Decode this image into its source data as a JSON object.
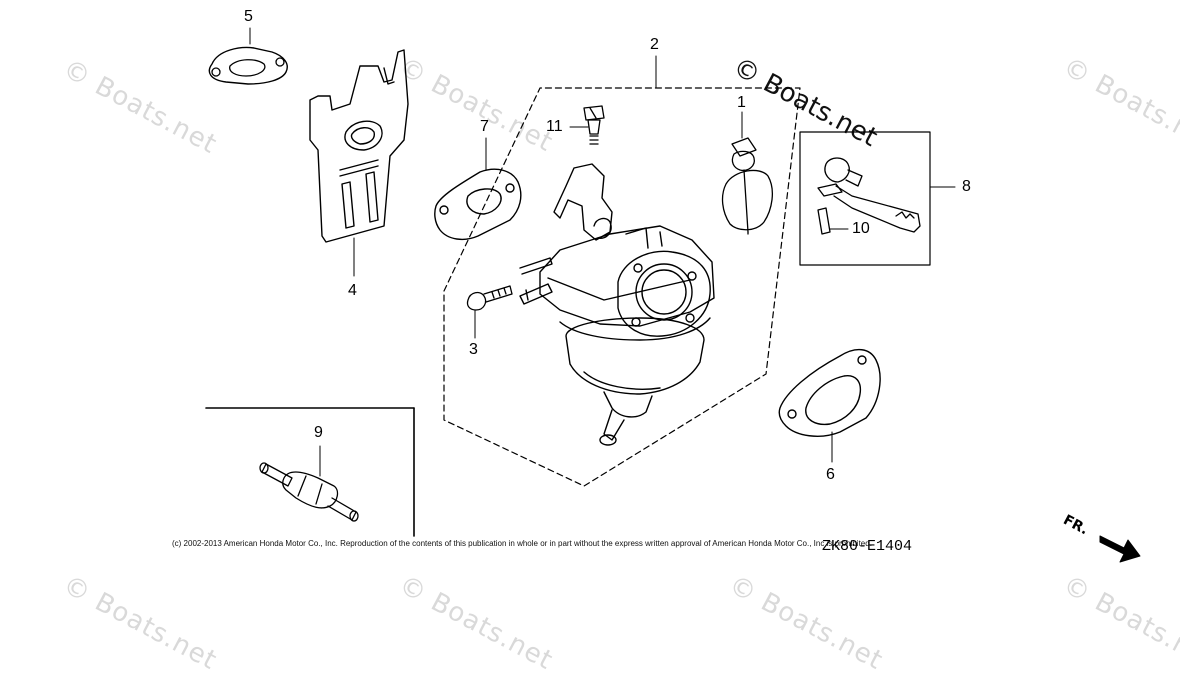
{
  "watermarks": {
    "faint": "© Boats.net",
    "dark": "© Boats.net"
  },
  "callouts": {
    "c1": "1",
    "c2": "2",
    "c3": "3",
    "c4": "4",
    "c5": "5",
    "c6": "6",
    "c7": "7",
    "c8": "8",
    "c9": "9",
    "c10": "10",
    "c11": "11"
  },
  "copyright": "(c) 2002-2013 American Honda Motor Co., Inc. Reproduction of the contents of this publication in whole or in part without the express written approval of American Honda Motor Co., Inc is prohibited.",
  "diagram_code": "ZK80-E1404",
  "front_label": "FR."
}
